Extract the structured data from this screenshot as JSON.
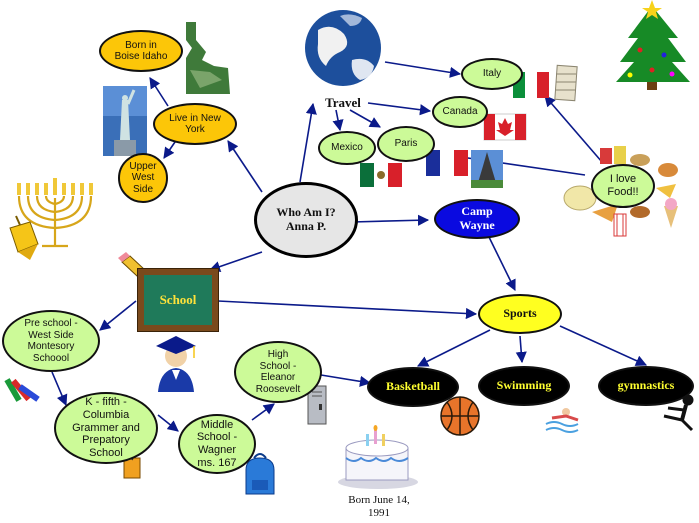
{
  "center": "Who Am I?\nAnna P.",
  "travel": {
    "label": "Travel",
    "destinations": [
      "Italy",
      "Canada",
      "Mexico",
      "Paris"
    ]
  },
  "home": {
    "born": "Born in\nBoise Idaho",
    "live": "Live in New\nYork",
    "upper": "Upper\nWest\nSide"
  },
  "food": "I love\nFood!!",
  "camp": "Camp\nWayne",
  "school": {
    "title": "School",
    "preschool": "Pre school -\nWest Side\nMontesory\nSchoool",
    "k5": "K - fifth -\nColumbia\nGrammer and\nPrepatory\nSchool",
    "middle": "Middle\nSchool -\nWagner\nms. 167",
    "high": "High\nSchool -\nEleanor\nRoosevelt"
  },
  "sports": {
    "title": "Sports",
    "items": [
      "Basketball",
      "Swimming",
      "gymnastics"
    ]
  },
  "birth_caption": "Born June 14,\n1991",
  "colors": {
    "arrow": "#0b1a8a",
    "yellow_node": "#fcc608",
    "green_node": "#ccfa98",
    "camp_node": "#0a0ae0",
    "sports_node": "#ffff20"
  },
  "icons": [
    "globe-icon",
    "christmas-tree-icon",
    "idaho-map-icon",
    "statue-of-liberty-icon",
    "menorah-icon",
    "dreidel-icon",
    "italy-flag-icon",
    "leaning-tower-icon",
    "canada-flag-icon",
    "mexico-flag-icon",
    "france-flag-icon",
    "eiffel-tower-icon",
    "food-icon",
    "chalkboard-icon",
    "pencil-icon",
    "graduate-icon",
    "crayons-icon",
    "juice-box-icon",
    "backpack-icon",
    "locker-icon",
    "birthday-cake-icon",
    "basketball-icon",
    "swimmer-icon",
    "martial-artist-icon"
  ]
}
